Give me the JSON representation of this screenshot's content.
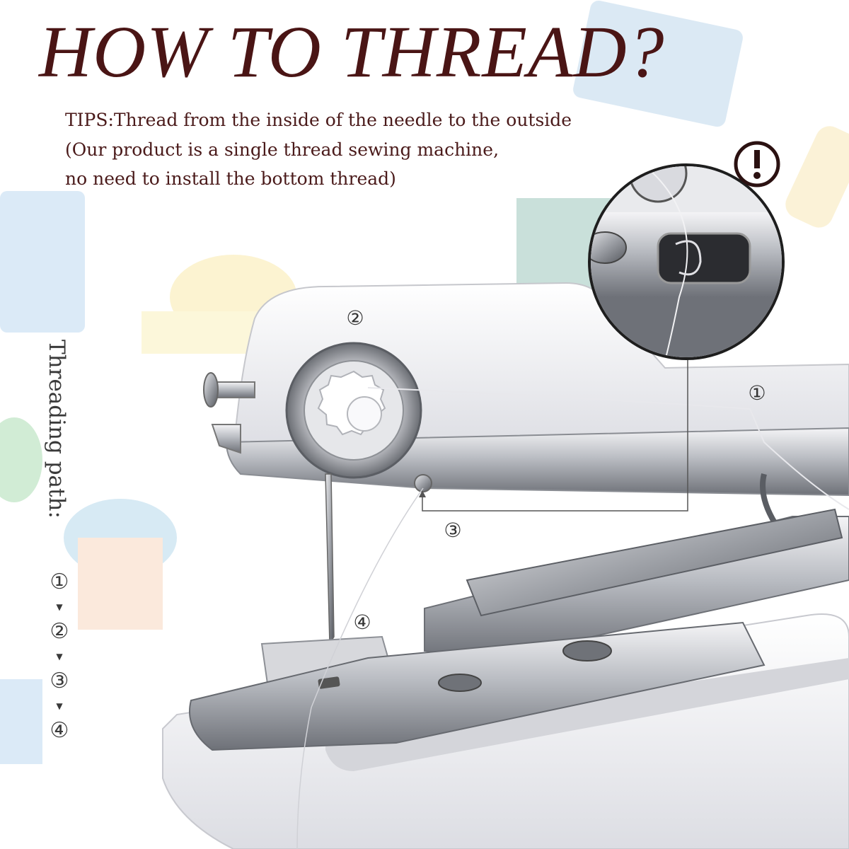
{
  "title": "HOW TO THREAD?",
  "tips": {
    "line1": "TIPS:Thread from the inside of the needle to the outside",
    "line2": "(Our product is a single thread sewing machine,",
    "line3": "no need to install the bottom thread)"
  },
  "side_label": "Threading path:",
  "steps": {
    "step1": "①",
    "step2": "②",
    "step3": "③",
    "step4": "④"
  },
  "path_sequence": [
    "①",
    "②",
    "③",
    "④"
  ],
  "path_arrow": "▼",
  "icons": {
    "warning": "exclamation-circle-icon"
  },
  "colors": {
    "title": "#4a1515",
    "text": "#4a1a1a",
    "warning": "#2b1111"
  }
}
